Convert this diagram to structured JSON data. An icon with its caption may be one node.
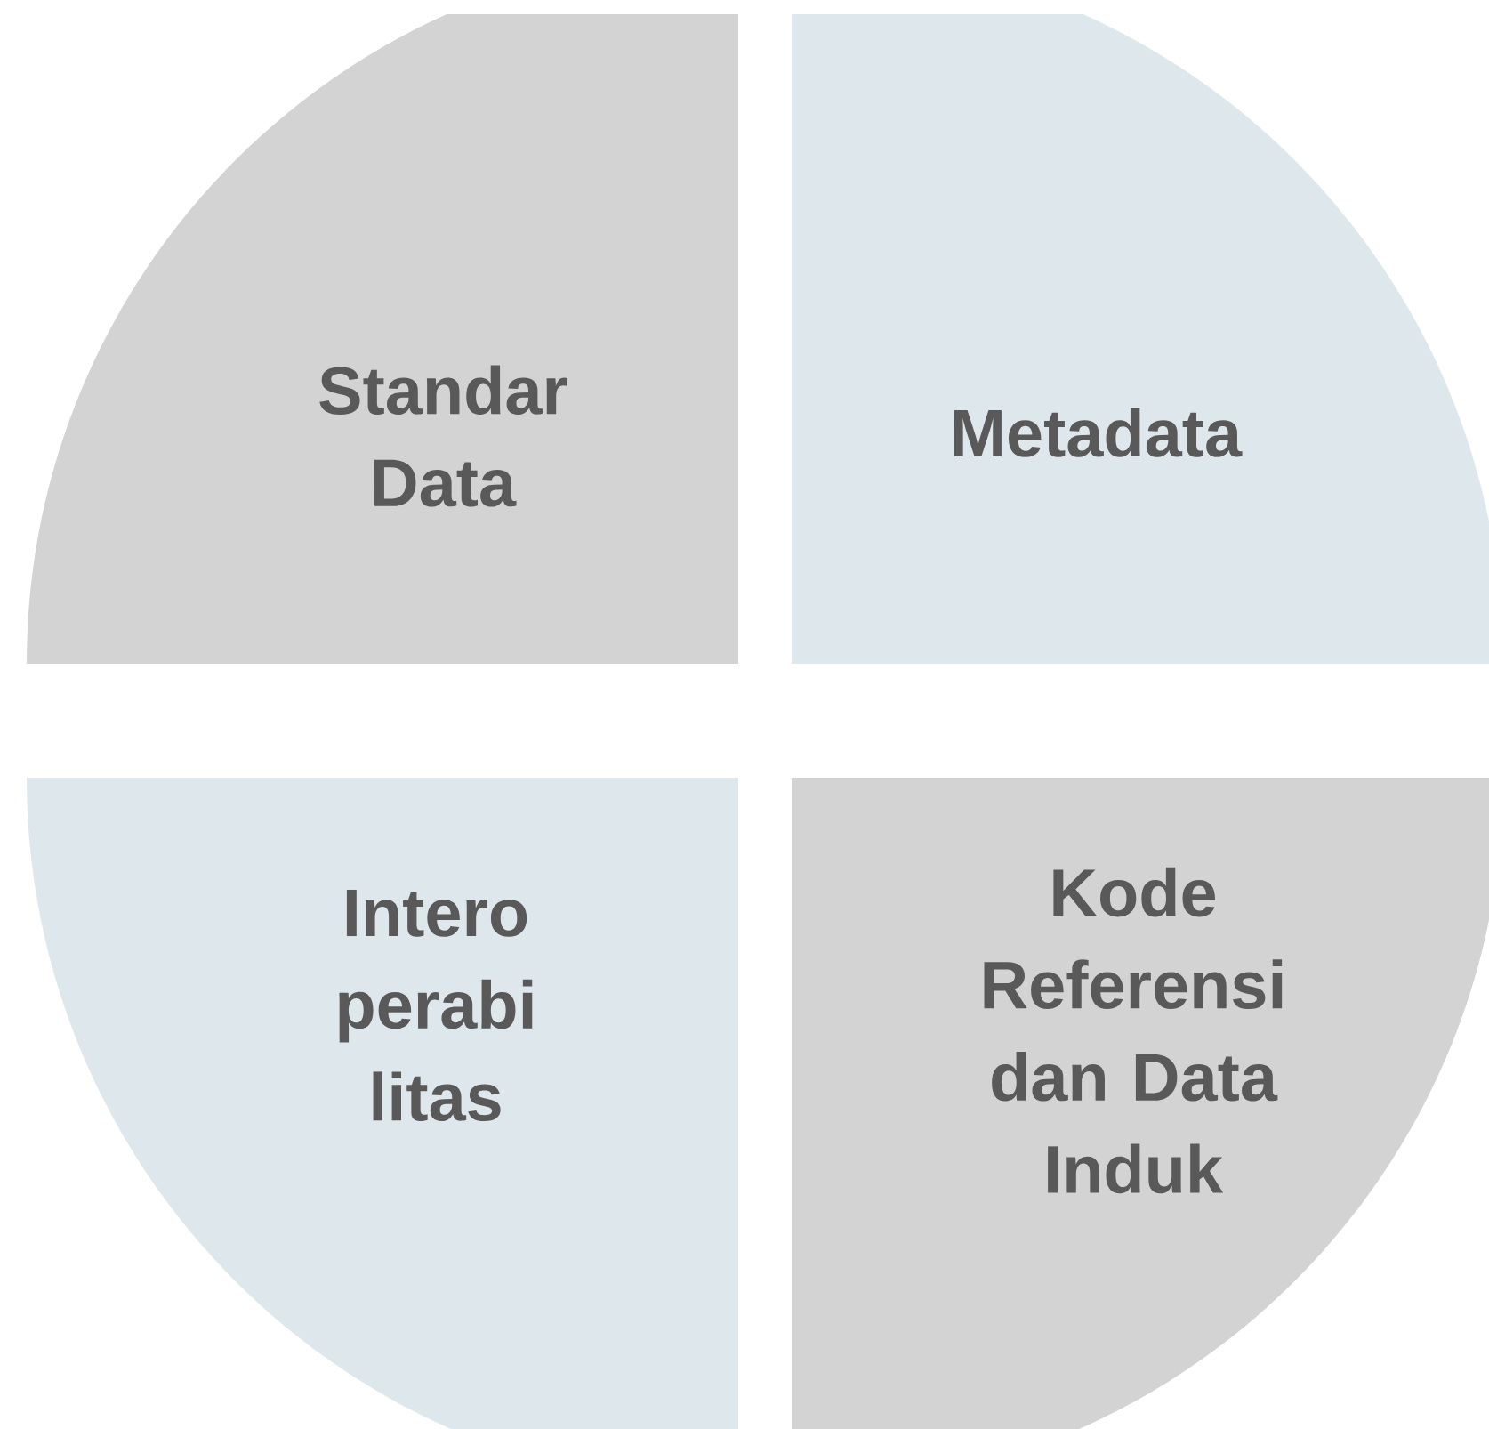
{
  "diagram": {
    "nodes": [
      {
        "text": [
          "Standar Data"
        ]
      },
      {
        "text": [
          "Metadata"
        ]
      },
      {
        "text": [
          "Intero perabi litas"
        ]
      },
      {
        "text": [
          "Kode Referensi dan Data Induk"
        ]
      }
    ]
  }
}
